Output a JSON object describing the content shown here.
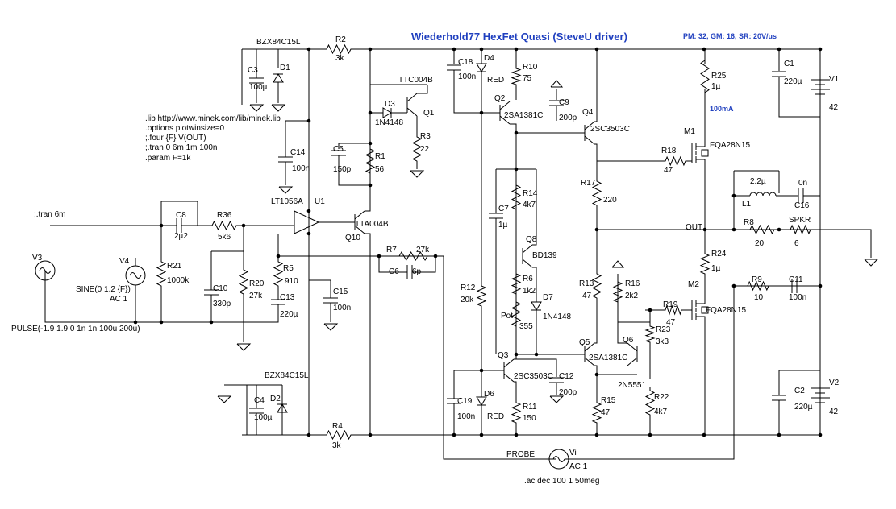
{
  "title": "Wiederhold77 HexFet Quasi (SteveU driver)",
  "stats": "PM: 32, GM: 16, SR: 20V/us",
  "current_note": "100mA",
  "directives": [
    ".lib http://www.minek.com/lib/minek.lib",
    ".options plotwinsize=0",
    ";.four {F} V(OUT)",
    ";.tran 0 6m 1m 100n",
    " .param F=1k"
  ],
  "tran_label": ";.tran 6m",
  "ac_directive": ".ac dec 100 1 50meg",
  "labels": {
    "zener_top": "BZX84C15L",
    "zener_bot": "BZX84C15L",
    "out": "OUT",
    "probe": "PROBE",
    "v3": "V3",
    "v4": "V4",
    "sine": "SINE(0 1.2 {F})",
    "ac1_v4": "AC 1",
    "pulse": "PULSE(-1.9 1.9 0 1n 1n 100u 200u)",
    "vi": "Vi",
    "ac1_vi": "AC 1",
    "u1": "U1",
    "u1_part": "LT1056A",
    "v1": "V1",
    "v1_val": "42",
    "v2": "V2",
    "v2_val": "42"
  },
  "resistors": [
    {
      "ref": "R2",
      "val": "3k"
    },
    {
      "ref": "R4",
      "val": "3k"
    },
    {
      "ref": "R1",
      "val": "56"
    },
    {
      "ref": "R3",
      "val": "22"
    },
    {
      "ref": "R5",
      "val": "910"
    },
    {
      "ref": "R7",
      "val": "27k"
    },
    {
      "ref": "R8",
      "val": "20"
    },
    {
      "ref": "R9",
      "val": "10"
    },
    {
      "ref": "R10",
      "val": "75"
    },
    {
      "ref": "R11",
      "val": "150"
    },
    {
      "ref": "R12",
      "val": "20k"
    },
    {
      "ref": "R13",
      "val": "47"
    },
    {
      "ref": "R14",
      "val": "4k7"
    },
    {
      "ref": "R15",
      "val": "47"
    },
    {
      "ref": "R16",
      "val": "2k2"
    },
    {
      "ref": "R17",
      "val": "220"
    },
    {
      "ref": "R18",
      "val": "47"
    },
    {
      "ref": "R19",
      "val": "47"
    },
    {
      "ref": "R20",
      "val": "27k"
    },
    {
      "ref": "R21",
      "val": "1000k"
    },
    {
      "ref": "R22",
      "val": "4k7"
    },
    {
      "ref": "R23",
      "val": "3k3"
    },
    {
      "ref": "R24",
      "val": "1µ"
    },
    {
      "ref": "R25",
      "val": "1µ"
    },
    {
      "ref": "R36",
      "val": "5k6"
    },
    {
      "ref": "R6",
      "val": "1k2"
    },
    {
      "ref": "Pot",
      "val": "355"
    },
    {
      "ref": "SPKR",
      "val": "6"
    }
  ],
  "capacitors": [
    {
      "ref": "C1",
      "val": "220µ"
    },
    {
      "ref": "C2",
      "val": "220µ"
    },
    {
      "ref": "C3",
      "val": "100µ"
    },
    {
      "ref": "C4",
      "val": "100µ"
    },
    {
      "ref": "C5",
      "val": "150p"
    },
    {
      "ref": "C6",
      "val": "6p"
    },
    {
      "ref": "C7",
      "val": "1µ"
    },
    {
      "ref": "C8",
      "val": "2µ2"
    },
    {
      "ref": "C9",
      "val": "200p"
    },
    {
      "ref": "C10",
      "val": "330p"
    },
    {
      "ref": "C11",
      "val": "100n"
    },
    {
      "ref": "C12",
      "val": "200p"
    },
    {
      "ref": "C13",
      "val": "220µ"
    },
    {
      "ref": "C14",
      "val": "100n"
    },
    {
      "ref": "C15",
      "val": "100n"
    },
    {
      "ref": "C16",
      "val": "0n"
    },
    {
      "ref": "C18",
      "val": "100n"
    },
    {
      "ref": "C19",
      "val": "100n"
    }
  ],
  "inductors": [
    {
      "ref": "L1",
      "val": "2.2µ"
    }
  ],
  "diodes": [
    {
      "ref": "D1",
      "val": ""
    },
    {
      "ref": "D2",
      "val": ""
    },
    {
      "ref": "D3",
      "val": "1N4148"
    },
    {
      "ref": "D4",
      "val": "RED"
    },
    {
      "ref": "D6",
      "val": "RED"
    },
    {
      "ref": "D7",
      "val": "1N4148"
    }
  ],
  "transistors": [
    {
      "ref": "Q1",
      "val": "TTC004B"
    },
    {
      "ref": "Q2",
      "val": "2SA1381C"
    },
    {
      "ref": "Q3",
      "val": "2SC3503C"
    },
    {
      "ref": "Q4",
      "val": "2SC3503C"
    },
    {
      "ref": "Q5",
      "val": "2SA1381C"
    },
    {
      "ref": "Q6",
      "val": "2N5551"
    },
    {
      "ref": "Q8",
      "val": "BD139"
    },
    {
      "ref": "Q10",
      "val": "TTA004B"
    },
    {
      "ref": "M1",
      "val": "FQA28N15"
    },
    {
      "ref": "M2",
      "val": "FQA28N15"
    }
  ]
}
